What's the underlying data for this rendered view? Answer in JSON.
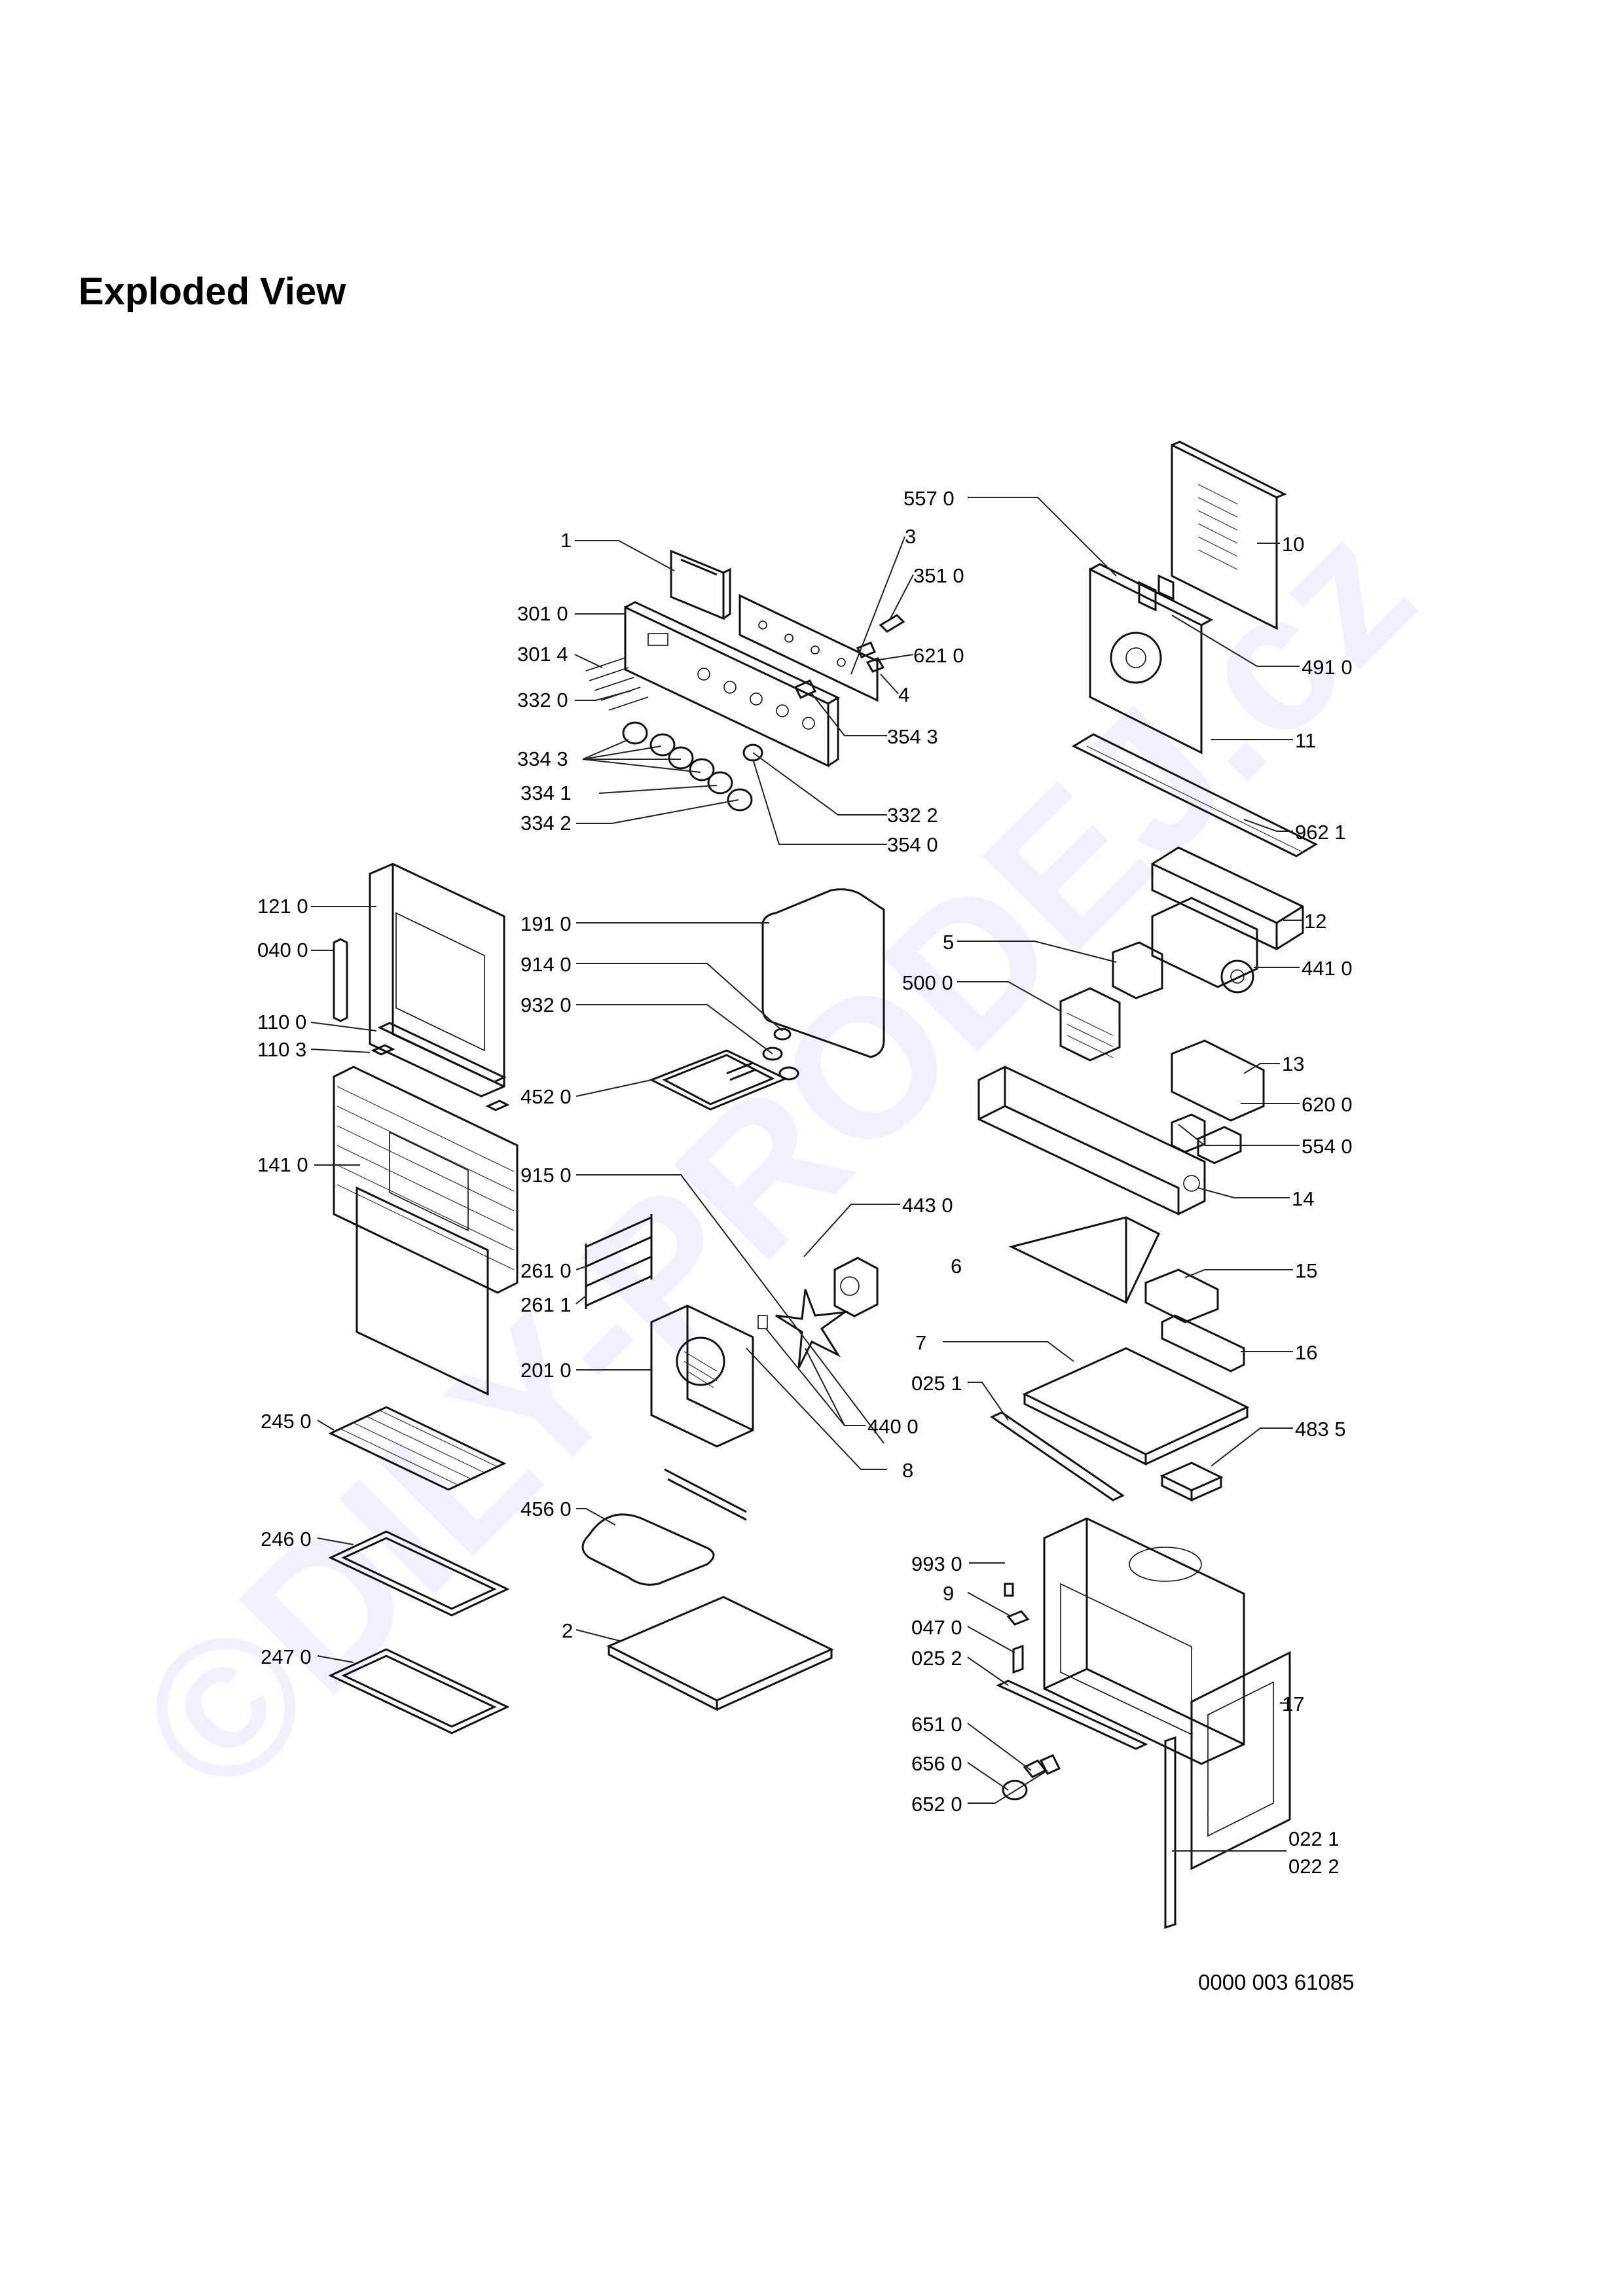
{
  "title": "Exploded View",
  "drawing_number": "0000 003 61085",
  "watermark": "©DILY-PRODEJ.cz",
  "colors": {
    "ink": "#000000",
    "watermark": "#2b3bd6",
    "background": "#ffffff"
  },
  "labels": [
    "557 0",
    "3",
    "1",
    "351 0",
    "10",
    "301 0",
    "621 0",
    "301 4",
    "4",
    "332 0",
    "354 3",
    "491 0",
    "11",
    "334 3",
    "334 1",
    "332 2",
    "334 2",
    "354 0",
    "962 1",
    "121 0",
    "191 0",
    "12",
    "040 0",
    "914 0",
    "5",
    "441 0",
    "500 0",
    "932 0",
    "110 0",
    "110 3",
    "452 0",
    "13",
    "620 0",
    "554 0",
    "141 0",
    "915 0",
    "14",
    "443 0",
    "6",
    "15",
    "261 0",
    "261 1",
    "7",
    "16",
    "201 0",
    "025 1",
    "245 0",
    "440 0",
    "483 5",
    "8",
    "456 0",
    "246 0",
    "993 0",
    "9",
    "047 0",
    "2",
    "247 0",
    "025 2",
    "17",
    "651 0",
    "656 0",
    "652 0",
    "022 1",
    "022 2"
  ]
}
